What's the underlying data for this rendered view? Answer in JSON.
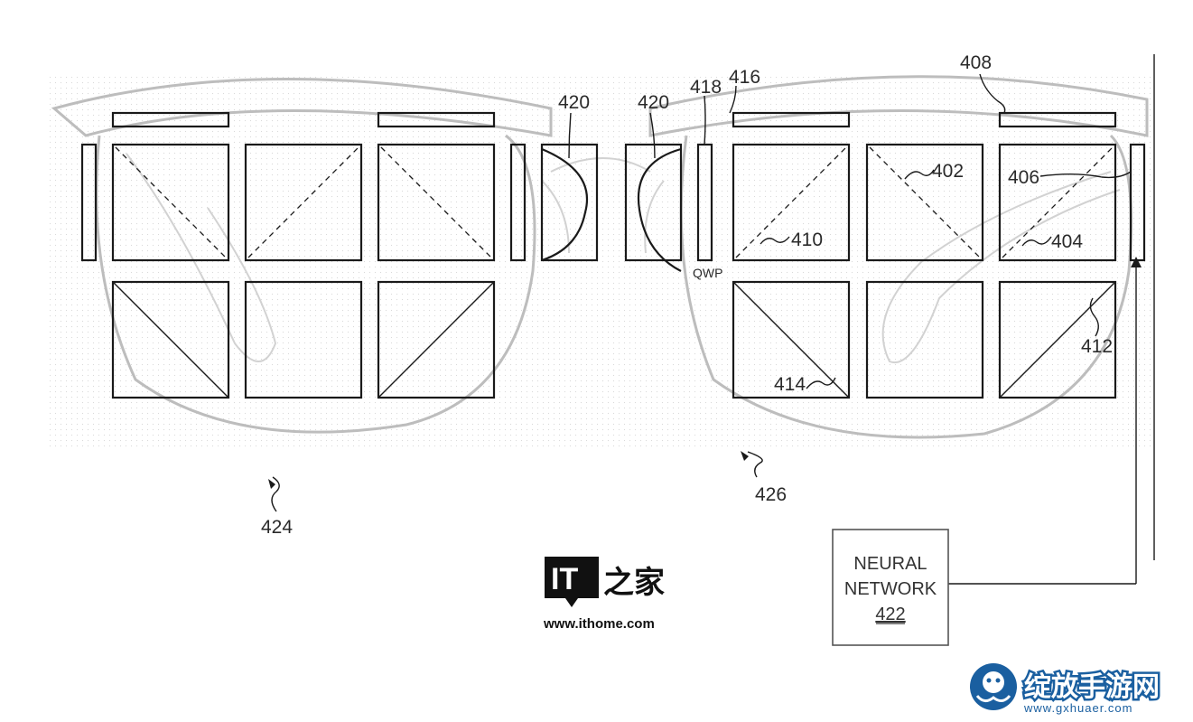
{
  "labels": {
    "r402": "402",
    "r404": "404",
    "r406": "406",
    "r408": "408",
    "r410": "410",
    "r412": "412",
    "r414": "414",
    "r416": "416",
    "r418": "418",
    "r420a": "420",
    "r420b": "420",
    "r424": "424",
    "r426": "426",
    "qwp": "QWP"
  },
  "neural_network": {
    "line1": "NEURAL",
    "line2": "NETWORK",
    "ref": "422"
  },
  "watermark_ithome": {
    "logo_text": "IT之家",
    "url": "www.ithome.com"
  },
  "watermark_gxhuaer": {
    "logo_text": "绽放手游网",
    "url": "www.gxhuaer.com"
  },
  "colors": {
    "line": "#1a1a1a",
    "frame": "#bdbdbd",
    "watermark_blue": "#1a5fa0"
  }
}
